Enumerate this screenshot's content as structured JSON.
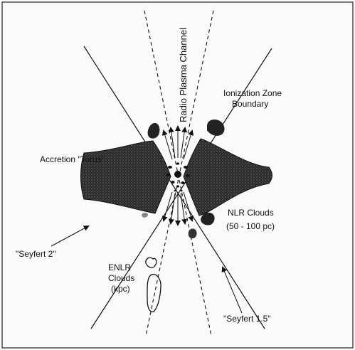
{
  "labels": {
    "radio_channel": "Radio Plasma Channel",
    "ionization_zone": [
      "Ionization Zone",
      "Boundary"
    ],
    "accretion_torus": "Accretion \"Torus\"",
    "nlr_clouds": [
      "NLR Clouds",
      "(50 - 100 pc)"
    ],
    "seyfert2": "\"Seyfert 2\"",
    "enlr_clouds": [
      "ENLR",
      "Clouds",
      "(kpc)"
    ],
    "seyfert15": "\"Seyfert 1.5\""
  },
  "colors": {
    "ink": "#111111",
    "torus_fill": "#2a2a2a",
    "background": "#fafafa"
  }
}
